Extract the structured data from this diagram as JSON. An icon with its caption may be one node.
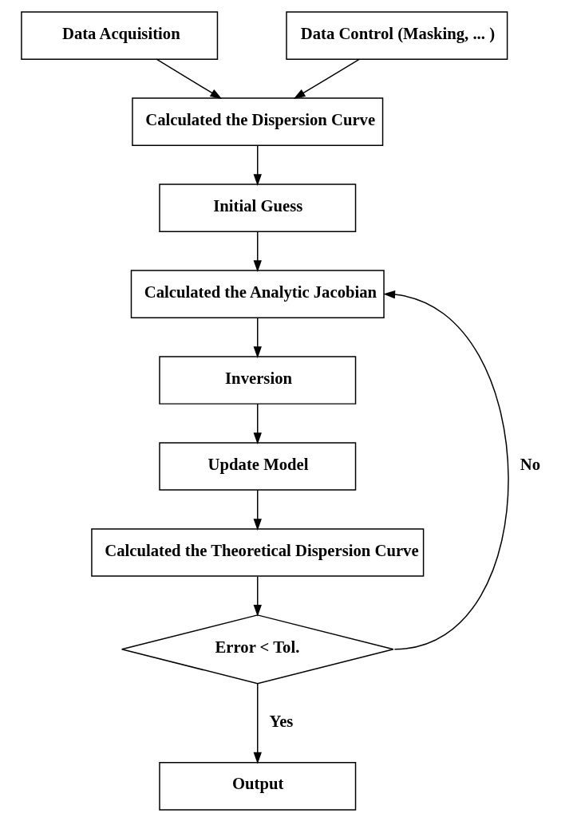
{
  "diagram": {
    "nodes": [
      {
        "text": [
          "Data Acquisition"
        ]
      },
      {
        "text": [
          "Data Control (Masking, ... )"
        ]
      },
      {
        "text": [
          "Calculated the Dispersion Curve"
        ]
      },
      {
        "text": [
          "Initial Guess"
        ]
      },
      {
        "text": [
          "Calculated the Analytic Jacobian"
        ]
      },
      {
        "text": [
          "Inversion"
        ]
      },
      {
        "text": [
          "Update Model"
        ]
      },
      {
        "text": [
          "Calculated the Theoretical Dispersion Curve"
        ]
      },
      {
        "text": [
          "Error < Tol."
        ]
      },
      {
        "text": [
          "Output"
        ]
      }
    ],
    "edges": [
      {
        "from": 0,
        "to": 2,
        "arrow": "to"
      },
      {
        "from": 1,
        "to": 2,
        "arrow": "to"
      },
      {
        "from": 2,
        "to": 3,
        "arrow": "to"
      },
      {
        "from": 3,
        "to": 4,
        "arrow": "to"
      },
      {
        "from": 8,
        "to": 4,
        "arrow": "to",
        "label": "No"
      },
      {
        "from": 4,
        "to": 5,
        "arrow": "to"
      },
      {
        "from": 5,
        "to": 6,
        "arrow": "to"
      },
      {
        "from": 6,
        "to": 7,
        "arrow": "to"
      },
      {
        "from": 7,
        "to": 8,
        "arrow": "to"
      },
      {
        "from": 8,
        "to": 9,
        "arrow": "to",
        "label": "Yes"
      }
    ]
  }
}
